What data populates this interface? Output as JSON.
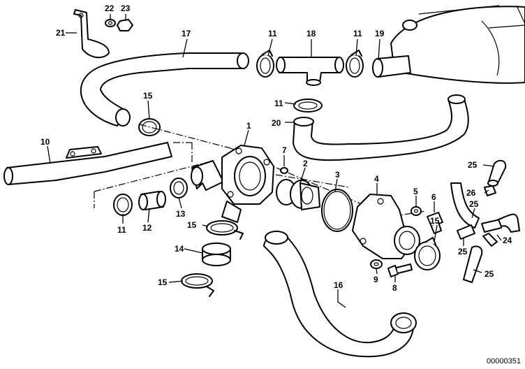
{
  "diagram": {
    "catalog_number": "00000351",
    "labels": [
      "1",
      "2",
      "3",
      "4",
      "5",
      "6",
      "7",
      "8",
      "9",
      "10",
      "11",
      "12",
      "13",
      "14",
      "15",
      "16",
      "17",
      "18",
      "19",
      "20",
      "21",
      "22",
      "23",
      "24",
      "25",
      "26"
    ]
  }
}
